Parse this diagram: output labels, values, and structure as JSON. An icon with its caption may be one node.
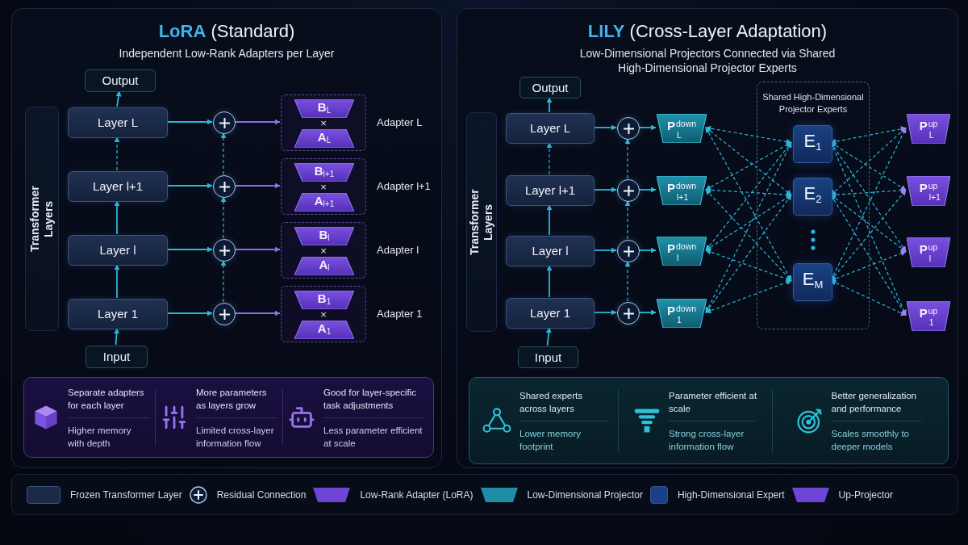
{
  "diagram": {
    "nodes": [
      {
        "text": [
          "**LoRA** (Standard)",
          "Independent Low-Rank Adapters per Layer"
        ]
      },
      {
        "text": [
          "Transformer Layers"
        ],
        "in": 0
      },
      {
        "text": [
          "Output"
        ],
        "in": 0
      },
      {
        "text": [
          "Layer L"
        ],
        "in": 0
      },
      {
        "text": [
          "Layer l+1"
        ],
        "in": 0
      },
      {
        "text": [
          "Layer l"
        ],
        "in": 0
      },
      {
        "text": [
          "Layer 1"
        ],
        "in": 0
      },
      {
        "text": [
          "Input"
        ],
        "in": 0
      },
      {
        "text": [],
        "shape": "circle",
        "in": 0
      },
      {
        "text": [],
        "shape": "circle",
        "in": 0
      },
      {
        "text": [],
        "shape": "circle",
        "in": 0
      },
      {
        "text": [],
        "shape": "circle",
        "in": 0
      },
      {
        "text": [
          "×"
        ],
        "beside": [
          "Adapter L"
        ],
        "in": 0
      },
      {
        "text": [
          "B$_{L}$"
        ],
        "in": 12
      },
      {
        "text": [
          "A$_{L}$"
        ],
        "in": 12
      },
      {
        "text": [
          "×"
        ],
        "beside": [
          "Adapter l+1"
        ],
        "in": 0
      },
      {
        "text": [
          "B$_{l+1}$"
        ],
        "in": 15
      },
      {
        "text": [
          "A$_{l+1}$"
        ],
        "in": 15
      },
      {
        "text": [
          "×"
        ],
        "beside": [
          "Adapter l"
        ],
        "in": 0
      },
      {
        "text": [
          "B$_{l}$"
        ],
        "in": 18
      },
      {
        "text": [
          "A$_{l}$"
        ],
        "in": 18
      },
      {
        "text": [
          "×"
        ],
        "beside": [
          "Adapter 1"
        ],
        "in": 0
      },
      {
        "text": [
          "B$_{1}$"
        ],
        "in": 21
      },
      {
        "text": [
          "A$_{1}$"
        ],
        "in": 21
      },
      {
        "text": [
          "Separate adapters for each layer",
          "Higher memory with depth",
          "More parameters as layers grow",
          "Limited cross-layer information flow",
          "Good for layer-specific task adjustments",
          "Less parameter efficient at scale"
        ],
        "in": 0
      },
      {
        "text": [
          "**LILY** (Cross-Layer Adaptation)",
          "Low-Dimensional Projectors Connected via Shared High-Dimensional Projector Experts"
        ]
      },
      {
        "text": [
          "Transformer Layers"
        ],
        "in": 25
      },
      {
        "text": [
          "Output"
        ],
        "in": 25
      },
      {
        "text": [
          "Layer L"
        ],
        "in": 25
      },
      {
        "text": [
          "Layer l+1"
        ],
        "in": 25
      },
      {
        "text": [
          "Layer l"
        ],
        "in": 25
      },
      {
        "text": [
          "Layer 1"
        ],
        "in": 25
      },
      {
        "text": [
          "Input"
        ],
        "in": 25
      },
      {
        "text": [],
        "shape": "circle",
        "in": 25
      },
      {
        "text": [],
        "shape": "circle",
        "in": 25
      },
      {
        "text": [],
        "shape": "circle",
        "in": 25
      },
      {
        "text": [],
        "shape": "circle",
        "in": 25
      },
      {
        "text": [
          "P$^{down}$$_{L}$"
        ],
        "in": 25
      },
      {
        "text": [
          "P$^{down}$$_{l+1}$"
        ],
        "in": 25
      },
      {
        "text": [
          "P$^{down}$$_{l}$"
        ],
        "in": 25
      },
      {
        "text": [
          "P$^{down}$$_{1}$"
        ],
        "in": 25
      },
      {
        "text": [
          "Shared High-Dimensional Projector Experts"
        ],
        "in": 25
      },
      {
        "text": [
          "E$_{1}$"
        ],
        "in": 41
      },
      {
        "text": [
          "E$_{2}$"
        ],
        "in": 41
      },
      {
        "text": [
          "E$_{M}$"
        ],
        "in": 41
      },
      {
        "text": [
          "P$^{up}$$_{L}$"
        ],
        "in": 25
      },
      {
        "text": [
          "P$^{up}$$_{l+1}$"
        ],
        "in": 25
      },
      {
        "text": [
          "P$^{up}$$_{l}$"
        ],
        "in": 25
      },
      {
        "text": [
          "P$^{up}$$_{1}$"
        ],
        "in": 25
      },
      {
        "text": [
          "Shared experts across layers",
          "Lower memory footprint",
          "Parameter efficient at scale",
          "Strong cross-layer information flow",
          "Better generalization and performance",
          "Scales smoothly to deeper models"
        ],
        "in": 25
      }
    ],
    "edges": [
      {
        "from": 7,
        "to": 6,
        "arrow": "to"
      },
      {
        "from": 6,
        "to": 5,
        "arrow": "to"
      },
      {
        "from": 5,
        "to": 4,
        "arrow": "to"
      },
      {
        "from": 4,
        "to": 3,
        "arrow": "to",
        "style": "dashed"
      },
      {
        "from": 3,
        "to": 2,
        "arrow": "to"
      },
      {
        "from": 3,
        "to": 8,
        "arrow": "to"
      },
      {
        "from": 4,
        "to": 9,
        "arrow": "to"
      },
      {
        "from": 5,
        "to": 10,
        "arrow": "to"
      },
      {
        "from": 6,
        "to": 11,
        "arrow": "to"
      },
      {
        "from": 11,
        "to": 10,
        "arrow": "to",
        "style": "dashed"
      },
      {
        "from": 10,
        "to": 9,
        "arrow": "to",
        "style": "dashed"
      },
      {
        "from": 9,
        "to": 8,
        "arrow": "to",
        "style": "dashed"
      },
      {
        "from": 8,
        "to": 12,
        "arrow": "to",
        "color": "#9369ee"
      },
      {
        "from": 9,
        "to": 15,
        "arrow": "to",
        "color": "#9369ee"
      },
      {
        "from": 10,
        "to": 18,
        "arrow": "to",
        "color": "#9369ee"
      },
      {
        "from": 11,
        "to": 21,
        "arrow": "to",
        "color": "#9369ee"
      },
      {
        "from": 32,
        "to": 31,
        "arrow": "to"
      },
      {
        "from": 31,
        "to": 30,
        "arrow": "to"
      },
      {
        "from": 30,
        "to": 29,
        "arrow": "to"
      },
      {
        "from": 29,
        "to": 28,
        "arrow": "to",
        "style": "dashed"
      },
      {
        "from": 28,
        "to": 27,
        "arrow": "to"
      },
      {
        "from": 28,
        "to": 33,
        "arrow": "to"
      },
      {
        "from": 29,
        "to": 34,
        "arrow": "to"
      },
      {
        "from": 30,
        "to": 35,
        "arrow": "to"
      },
      {
        "from": 31,
        "to": 36,
        "arrow": "to"
      },
      {
        "from": 36,
        "to": 35,
        "arrow": "to",
        "style": "dashed"
      },
      {
        "from": 35,
        "to": 34,
        "arrow": "to",
        "style": "dashed"
      },
      {
        "from": 34,
        "to": 33,
        "arrow": "to",
        "style": "dashed"
      },
      {
        "from": 33,
        "to": 37,
        "arrow": "to"
      },
      {
        "from": 34,
        "to": 38,
        "arrow": "to"
      },
      {
        "from": 35,
        "to": 39,
        "arrow": "to"
      },
      {
        "from": 36,
        "to": 40,
        "arrow": "to"
      },
      {
        "from": 37,
        "to": 42,
        "arrow": "both",
        "style": "dashed"
      },
      {
        "from": 37,
        "to": 43,
        "arrow": "both",
        "style": "dashed"
      },
      {
        "from": 37,
        "to": 44,
        "arrow": "both",
        "style": "dashed"
      },
      {
        "from": 38,
        "to": 42,
        "arrow": "both",
        "style": "dashed"
      },
      {
        "from": 38,
        "to": 43,
        "arrow": "both",
        "style": "dashed"
      },
      {
        "from": 38,
        "to": 44,
        "arrow": "both",
        "style": "dashed"
      },
      {
        "from": 39,
        "to": 42,
        "arrow": "both",
        "style": "dashed"
      },
      {
        "from": 39,
        "to": 43,
        "arrow": "both",
        "style": "dashed"
      },
      {
        "from": 39,
        "to": 44,
        "arrow": "both",
        "style": "dashed"
      },
      {
        "from": 40,
        "to": 42,
        "arrow": "both",
        "style": "dashed"
      },
      {
        "from": 40,
        "to": 43,
        "arrow": "both",
        "style": "dashed"
      },
      {
        "from": 40,
        "to": 44,
        "arrow": "both",
        "style": "dashed"
      },
      {
        "from": 42,
        "to": 45,
        "arrow": "both",
        "style": "dashed"
      },
      {
        "from": 42,
        "to": 46,
        "arrow": "both",
        "style": "dashed"
      },
      {
        "from": 42,
        "to": 47,
        "arrow": "both",
        "style": "dashed"
      },
      {
        "from": 42,
        "to": 48,
        "arrow": "both",
        "style": "dashed"
      },
      {
        "from": 43,
        "to": 45,
        "arrow": "both",
        "style": "dashed"
      },
      {
        "from": 43,
        "to": 46,
        "arrow": "both",
        "style": "dashed"
      },
      {
        "from": 43,
        "to": 47,
        "arrow": "both",
        "style": "dashed"
      },
      {
        "from": 43,
        "to": 48,
        "arrow": "both",
        "style": "dashed"
      },
      {
        "from": 44,
        "to": 45,
        "arrow": "both",
        "style": "dashed"
      },
      {
        "from": 44,
        "to": 46,
        "arrow": "both",
        "style": "dashed"
      },
      {
        "from": 44,
        "to": 47,
        "arrow": "both",
        "style": "dashed"
      },
      {
        "from": 44,
        "to": 48,
        "arrow": "both",
        "style": "dashed"
      }
    ],
    "legend": [
      {
        "text": "Frozen Transformer Layer",
        "color": "#1a2946"
      },
      {
        "text": "Residual Connection"
      },
      {
        "text": "Low-Rank Adapter (LoRA)"
      },
      {
        "text": "Low-Dimensional Projector"
      },
      {
        "text": "High-Dimensional Expert",
        "color": "#1c3f8c"
      },
      {
        "text": "Up-Projector"
      }
    ]
  }
}
